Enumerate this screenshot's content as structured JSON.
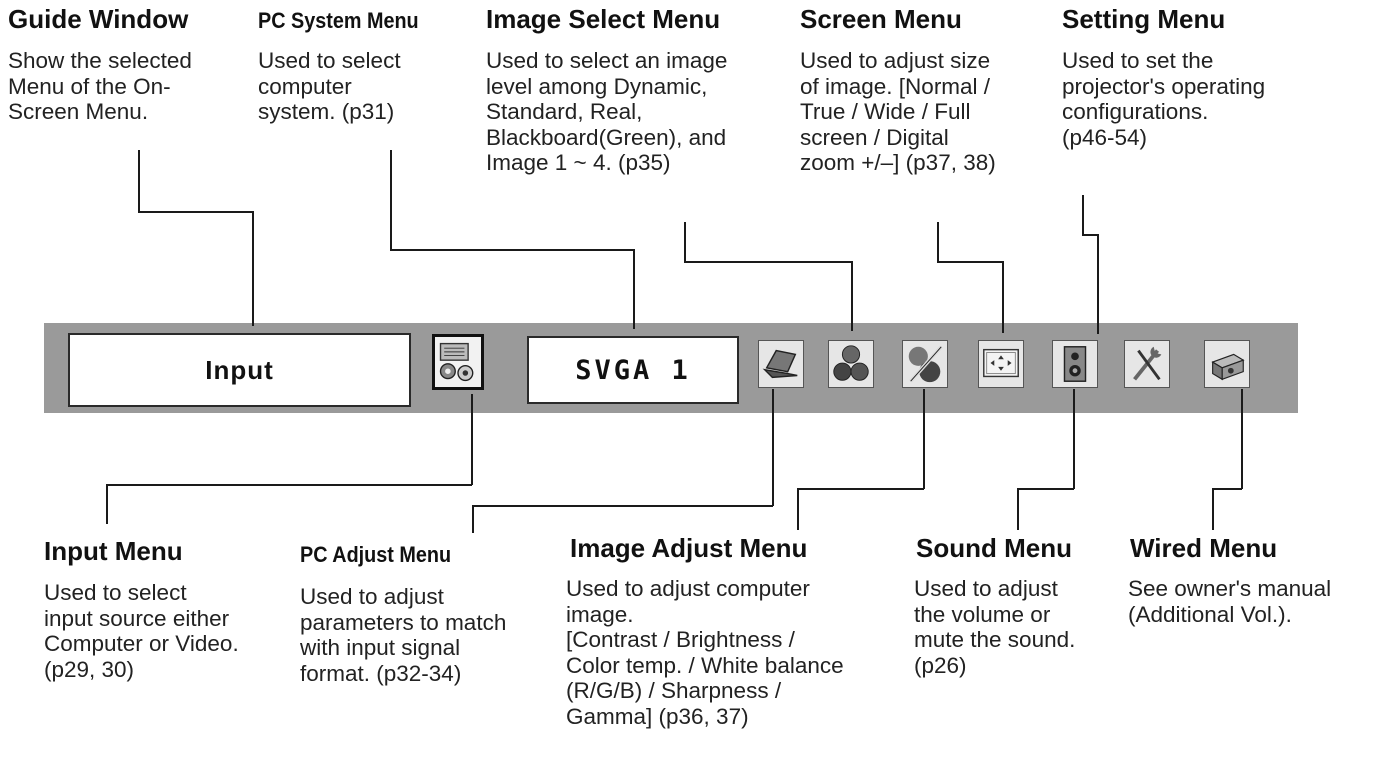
{
  "toolbar": {
    "guide_text": "Input",
    "system_text": "SVGA 1"
  },
  "callouts": {
    "guide_window": {
      "title": "Guide Window",
      "desc": "Show the selected\nMenu of the On-\nScreen Menu."
    },
    "pc_system_menu": {
      "title": "PC System Menu",
      "desc": "Used to select\ncomputer\nsystem.  (p31)"
    },
    "image_select_menu": {
      "title": "Image Select Menu",
      "desc": "Used to select an image\nlevel among Dynamic,\nStandard, Real,\nBlackboard(Green), and\nImage 1 ~ 4.  (p35)"
    },
    "screen_menu": {
      "title": "Screen Menu",
      "desc": "Used to adjust size\nof image.  [Normal /\nTrue / Wide / Full\nscreen / Digital\nzoom +/–]  (p37, 38)"
    },
    "setting_menu": {
      "title": "Setting Menu",
      "desc": "Used to set the\nprojector's operating\nconfigurations.\n (p46-54)"
    },
    "input_menu": {
      "title": "Input Menu",
      "desc": "Used to select\ninput source either\nComputer or Video.\n(p29, 30)"
    },
    "pc_adjust_menu": {
      "title": "PC Adjust Menu",
      "desc": "Used to adjust\nparameters to match\nwith input signal\nformat.  (p32-34)"
    },
    "image_adjust_menu": {
      "title": "Image Adjust Menu",
      "desc": "Used to adjust computer\nimage.\n[Contrast / Brightness /\nColor temp. / White balance\n(R/G/B) / Sharpness /\nGamma]  (p36, 37)"
    },
    "sound_menu": {
      "title": "Sound Menu",
      "desc": "Used to adjust\nthe volume or\nmute the sound.\n(p26)"
    },
    "wired_menu": {
      "title": "Wired Menu",
      "desc": "See owner's manual\n(Additional Vol.)."
    }
  }
}
